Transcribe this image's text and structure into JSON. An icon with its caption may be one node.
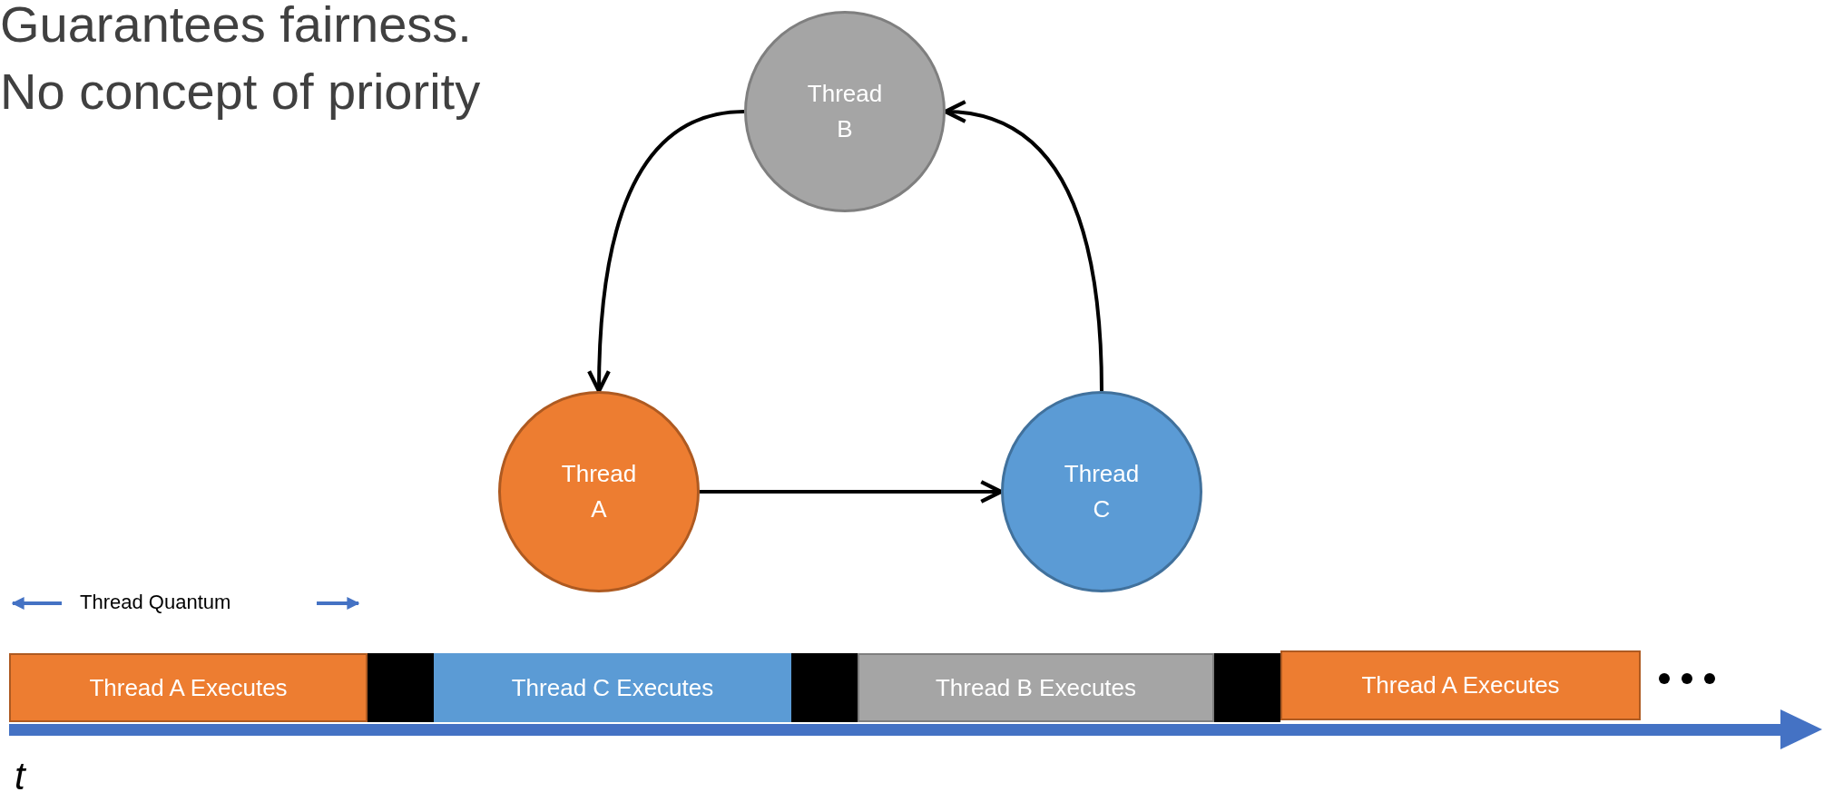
{
  "diagram": {
    "nodes": [
      {
        "text": [
          "Thread B"
        ]
      },
      {
        "text": [
          "Thread A"
        ]
      },
      {
        "text": [
          "Thread C"
        ]
      },
      {
        "text": [
          "Thread A Executes"
        ]
      },
      {
        "text": [],
        "shape": "bar"
      },
      {
        "text": [
          "Thread C Executes"
        ]
      },
      {
        "text": [],
        "shape": "bar"
      },
      {
        "text": [
          "Thread B Executes"
        ]
      },
      {
        "text": [],
        "shape": "bar"
      },
      {
        "text": [
          "Thread A Executes"
        ]
      }
    ],
    "edges": [
      {
        "from": 0,
        "to": 1,
        "arrow": "to"
      },
      {
        "from": 1,
        "to": 2,
        "arrow": "to"
      },
      {
        "from": 2,
        "to": 0,
        "arrow": "to"
      }
    ],
    "labels": [
      "Guarantees fairness.",
      "No concept of priority",
      "Thread Quantum",
      "t"
    ]
  }
}
